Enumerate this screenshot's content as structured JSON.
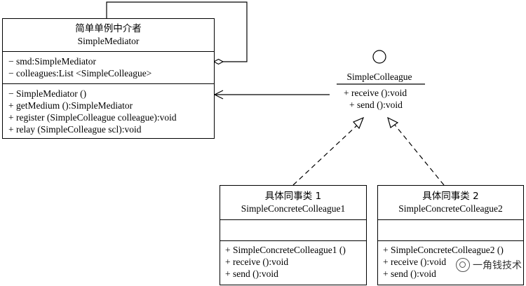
{
  "mediator": {
    "title_cn": "简单单例中介者",
    "title_en": "SimpleMediator",
    "attributes": [
      "− smd:SimpleMediator",
      "− colleagues:List <SimpleColleague>"
    ],
    "operations": [
      "− SimpleMediator ()",
      "+ getMedium ():SimpleMediator",
      "+ register (SimpleColleague colleague):void",
      "+ relay (SimpleColleague scl):void"
    ]
  },
  "interface": {
    "name": "SimpleColleague",
    "operations": [
      "+ receive ():void",
      "+ send ():void"
    ]
  },
  "concrete1": {
    "title_cn": "具体同事类 1",
    "title_en": "SimpleConcreteColleague1",
    "operations": [
      "+ SimpleConcreteColleague1 ()",
      "+ receive ():void",
      "+ send ():void"
    ]
  },
  "concrete2": {
    "title_cn": "具体同事类 2",
    "title_en": "SimpleConcreteColleague2",
    "operations": [
      "+ SimpleConcreteColleague2 ()",
      "+ receive ():void",
      "+ send ():void"
    ]
  },
  "watermark": {
    "text": "一角钱技术"
  }
}
